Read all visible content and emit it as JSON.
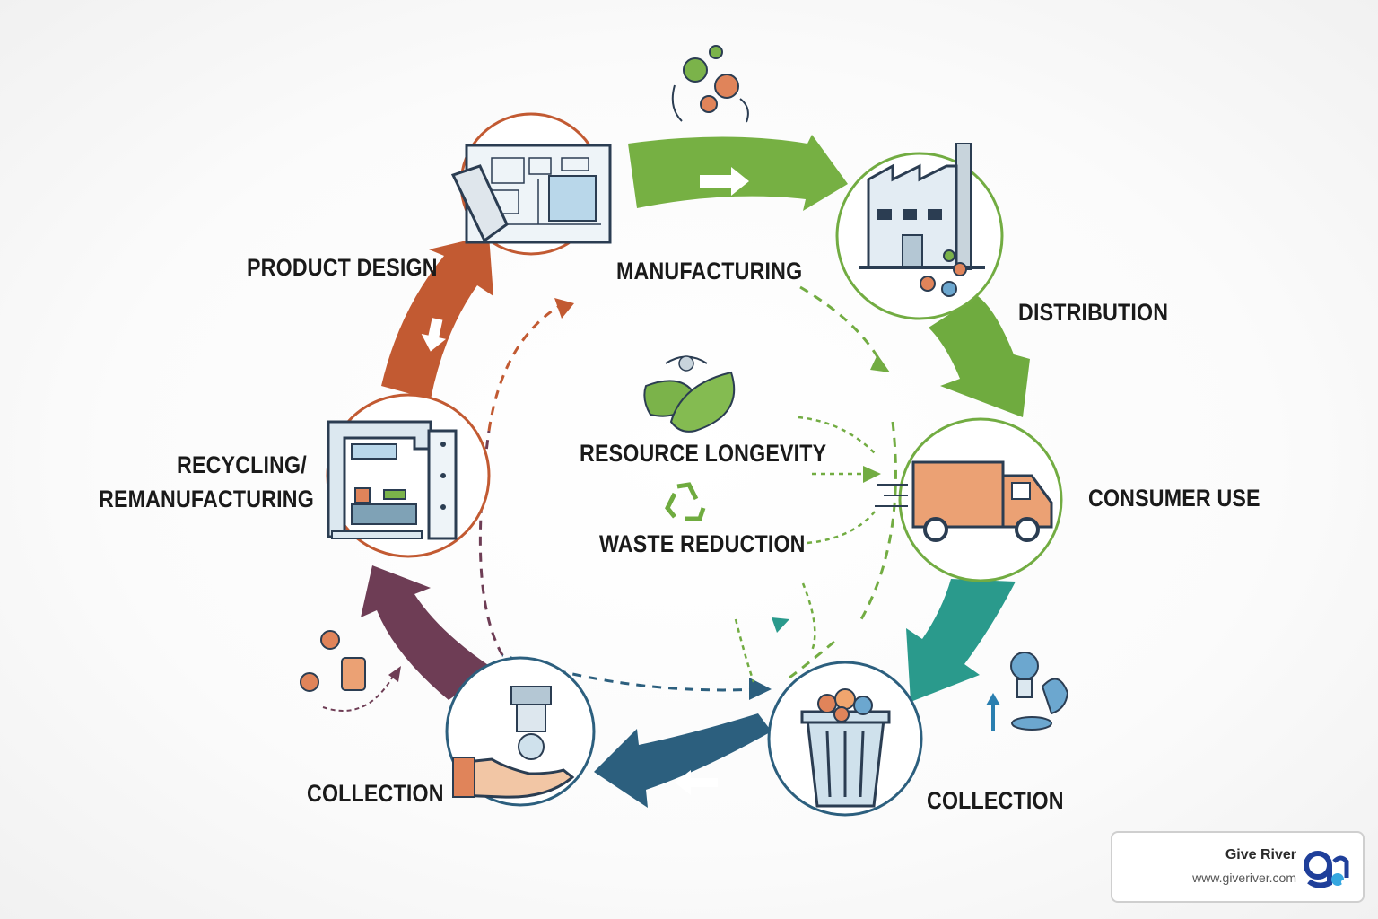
{
  "stages": {
    "product_design": "PRODUCT DESIGN",
    "manufacturing": "MANUFACTURING",
    "distribution": "DISTRIBUTION",
    "consumer_use": "CONSUMER USE",
    "collection_right": "COLLECTION",
    "collection_left": "COLLECTION",
    "recycling_line1": "RECYCLING/",
    "recycling_line2": "REMANUFACTURING"
  },
  "center": {
    "resource_longevity": "RESOURCE LONGEVITY",
    "waste_reduction": "WASTE REDUCTION"
  },
  "badge": {
    "name": "Give River",
    "url": "www.giveriver.com"
  },
  "colors": {
    "green": "#72ac42",
    "teal": "#2a9a8c",
    "navy": "#2c5f7e",
    "plum": "#6e3d55",
    "rust": "#c25a32"
  }
}
